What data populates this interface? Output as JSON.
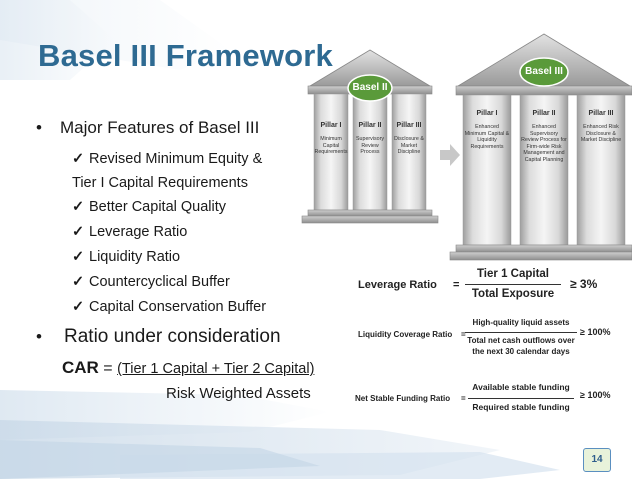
{
  "slide": {
    "title": "Basel III Framework",
    "bullet_1": "Major Features of Basel III",
    "features": [
      "Revised Minimum Equity &",
      "Tier I Capital Requirements",
      "Better Capital Quality",
      "Leverage Ratio",
      "Liquidity Ratio",
      "Countercyclical Buffer",
      "Capital Conservation Buffer"
    ],
    "bullet_2": "Ratio under consideration",
    "car_label": "CAR",
    "car_eq": "=",
    "car_numerator": "(Tier 1 Capital + Tier 2 Capital)",
    "car_denominator": "Risk Weighted Assets",
    "page_number": "14"
  },
  "basel2": {
    "badge": "Basel II",
    "pillars": [
      {
        "name": "Pillar I",
        "desc": "Minimum Capital Requirements"
      },
      {
        "name": "Pillar II",
        "desc": "Supervisory Review Process"
      },
      {
        "name": "Pillar III",
        "desc": "Disclosure & Market Discipline"
      }
    ]
  },
  "basel3": {
    "badge": "Basel III",
    "pillars": [
      {
        "name": "Pillar I",
        "desc": "Enhanced Minimum Capital & Liquidity Requirements"
      },
      {
        "name": "Pillar II",
        "desc": "Enhanced Supervisory Review Process for Firm-wide Risk Management and Capital Planning"
      },
      {
        "name": "Pillar III",
        "desc": "Enhanced Risk Disclosure & Market Discipline"
      }
    ]
  },
  "ratios": [
    {
      "name": "Leverage Ratio",
      "eq": "=",
      "numerator": "Tier 1 Capital",
      "denominator": "Total Exposure",
      "threshold": "≥  3%"
    },
    {
      "name": "Liquidity Coverage Ratio",
      "eq": "=",
      "numerator": "High-quality liquid assets",
      "denominator": "Total net cash outflows over the next 30 calendar days",
      "threshold": "≥  100%"
    },
    {
      "name": "Net Stable Funding Ratio",
      "eq": "=",
      "numerator": "Available stable funding",
      "denominator": "Required stable funding",
      "threshold": "≥  100%"
    }
  ],
  "colors": {
    "title": "#2e6a92",
    "badge_green": "#5a9a3a",
    "pillar_gray": "#bdbdbd"
  }
}
